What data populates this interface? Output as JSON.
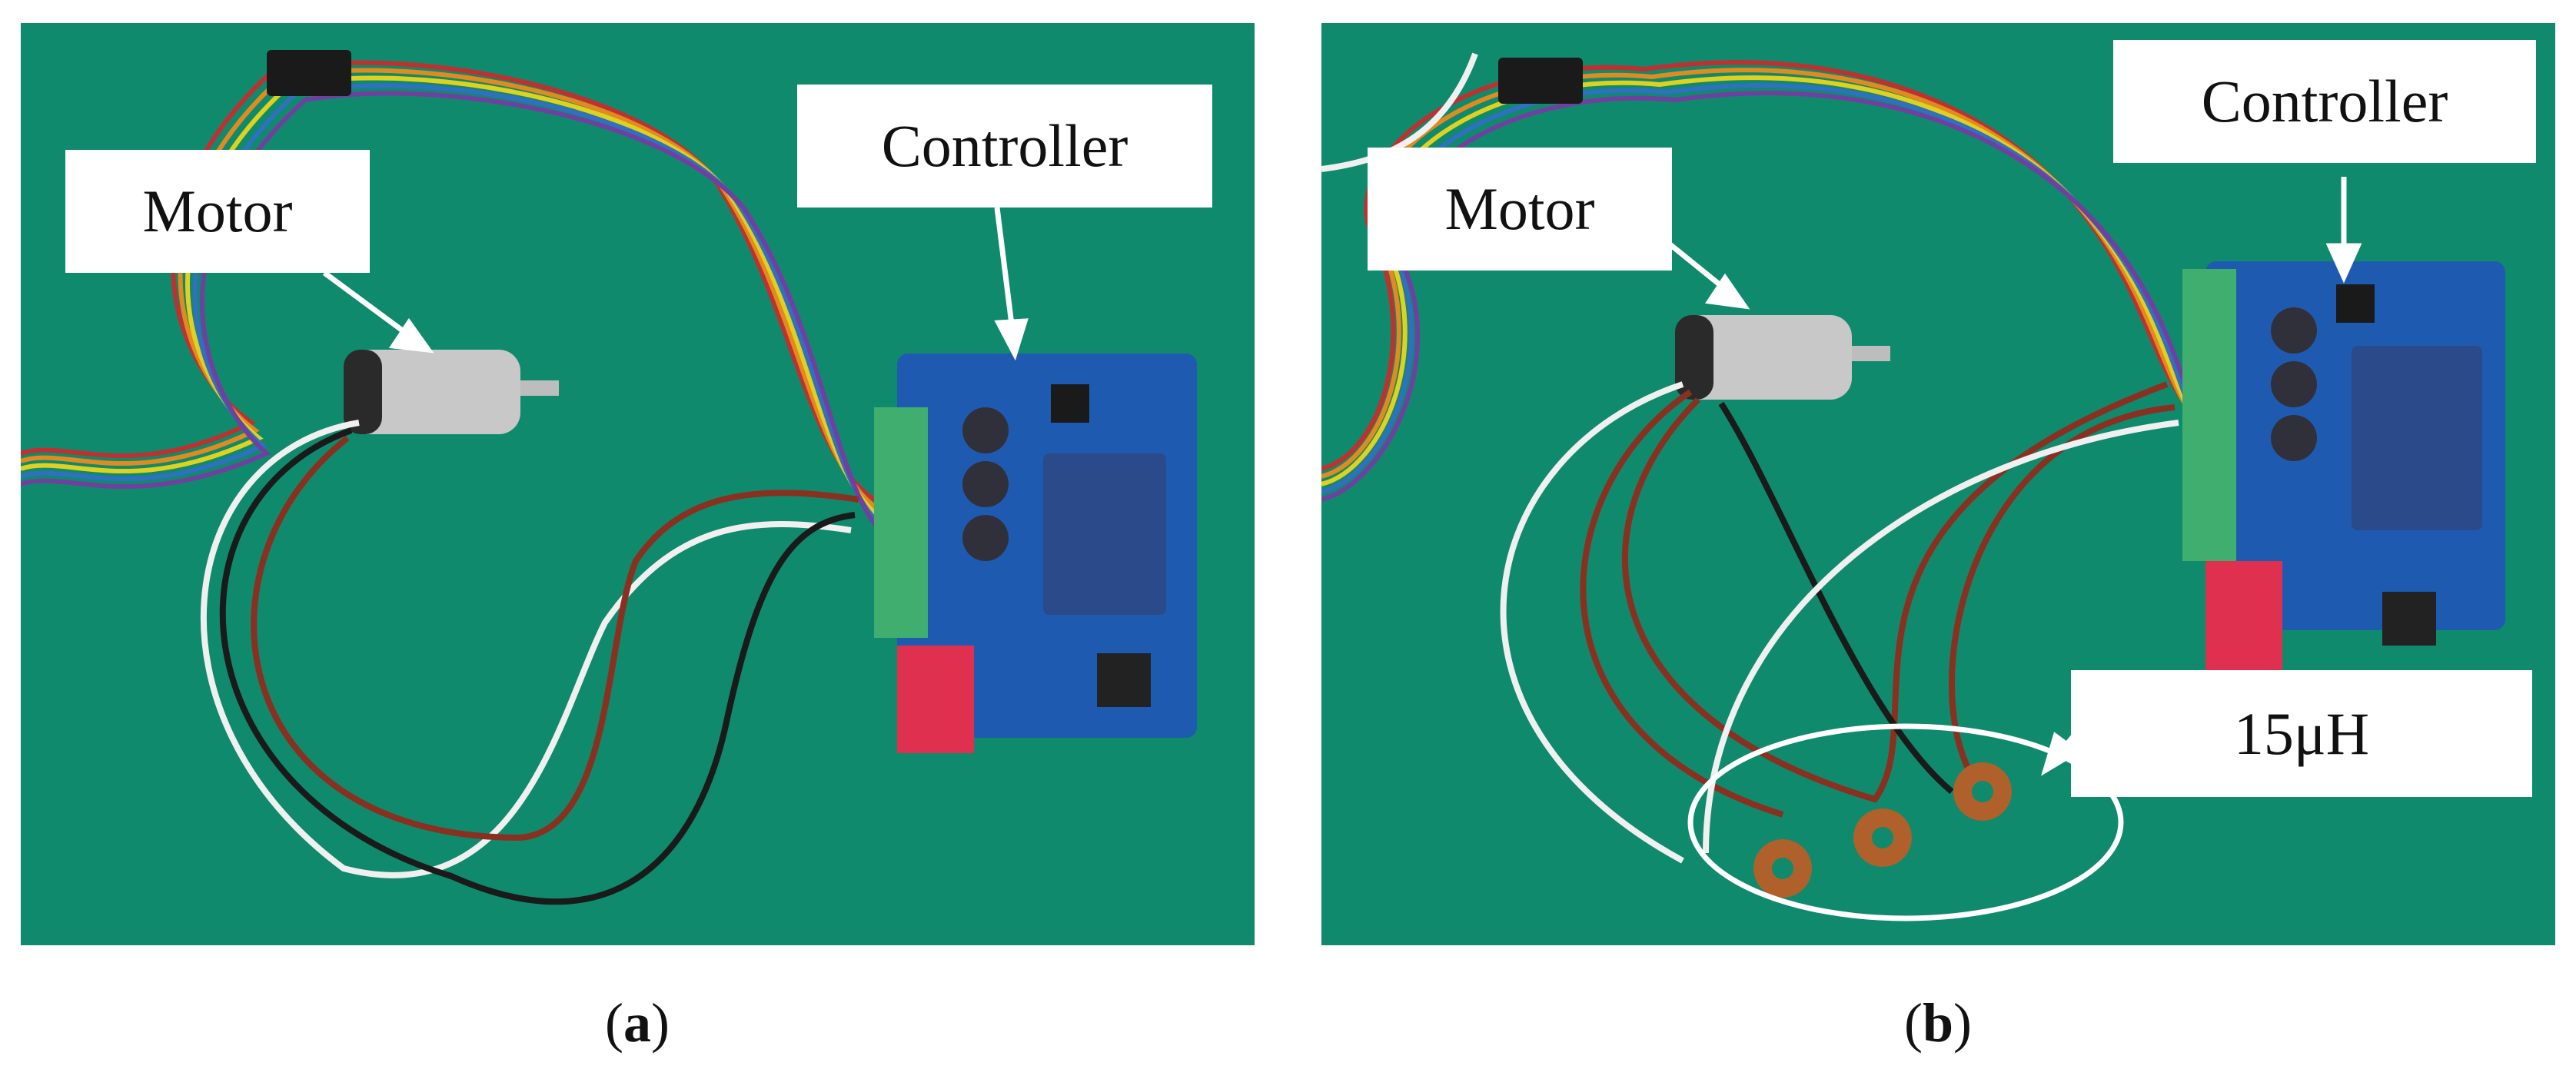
{
  "panels": [
    {
      "id": "a",
      "caption_letter": "a",
      "labels": {
        "motor": "Motor",
        "controller": "Controller"
      }
    },
    {
      "id": "b",
      "caption_letter": "b",
      "labels": {
        "motor": "Motor",
        "controller": "Controller",
        "inductor": "15μH"
      }
    }
  ],
  "colors": {
    "board_background": "#0f8a6c",
    "pcb": "#1e5bb0",
    "annotation": "#ffffff"
  }
}
